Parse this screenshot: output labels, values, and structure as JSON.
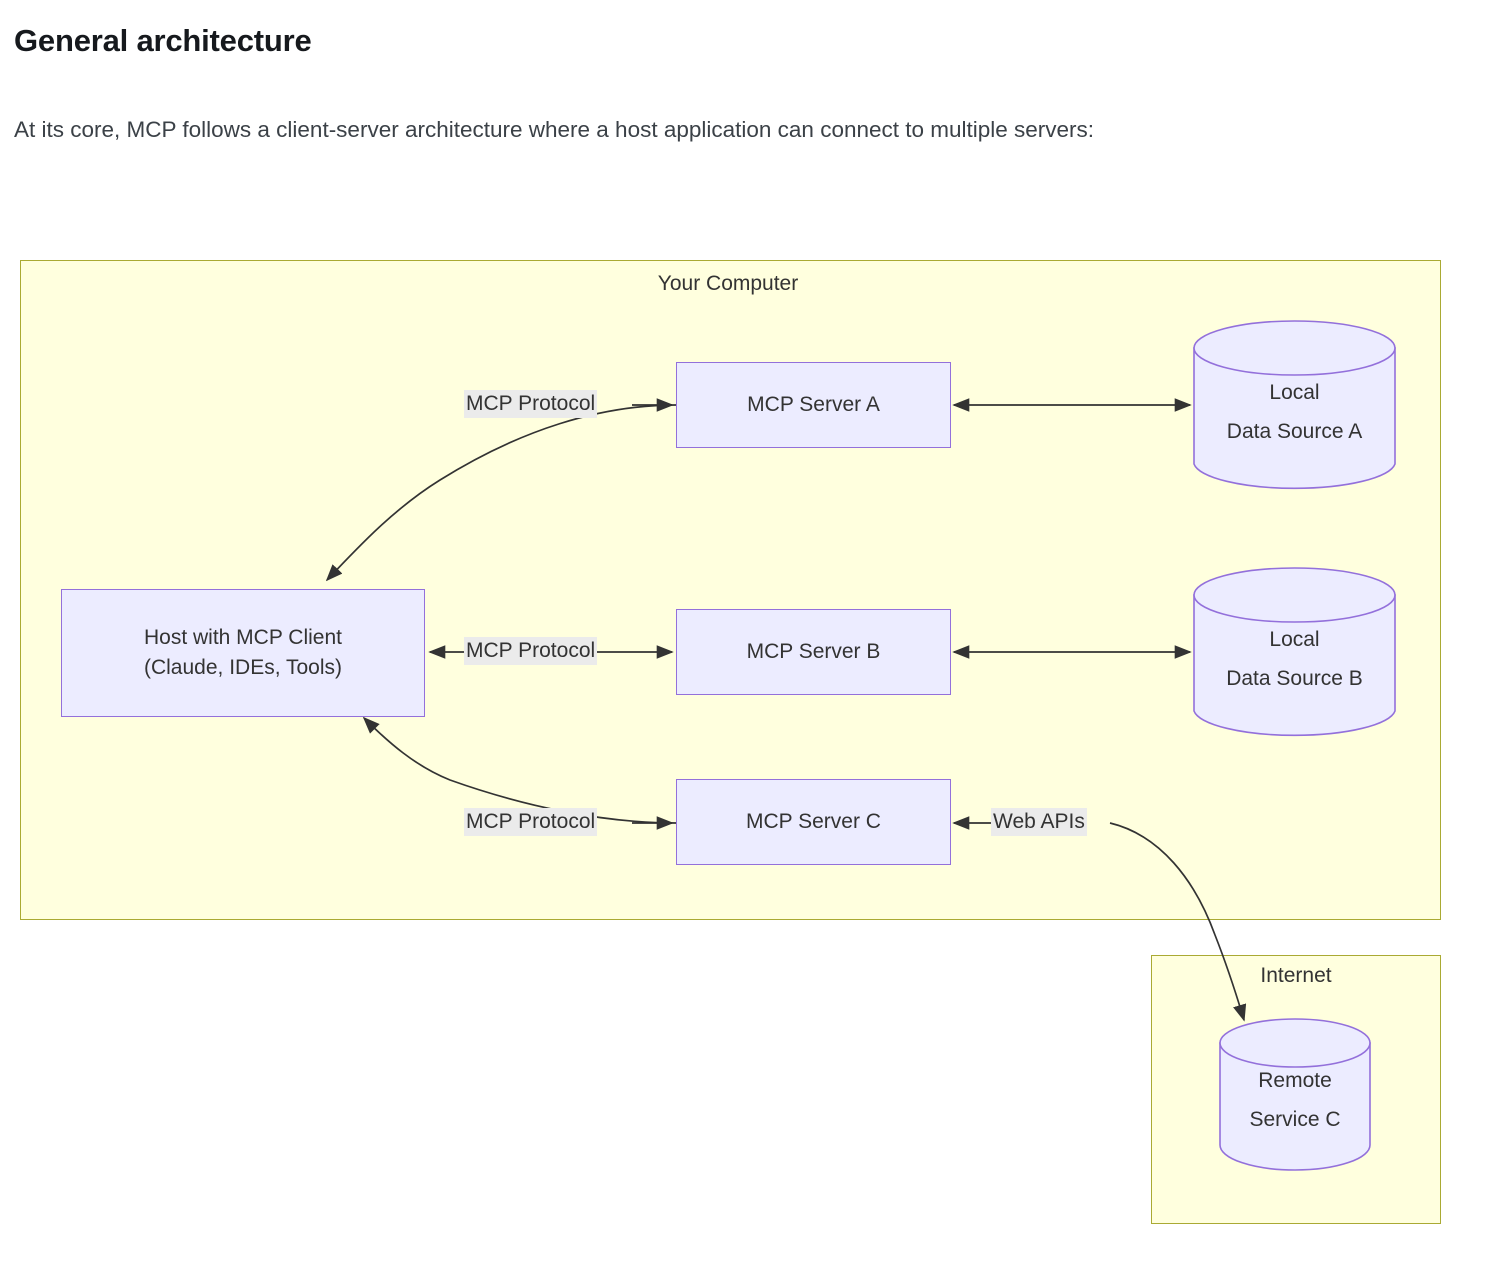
{
  "page": {
    "title": "General architecture",
    "intro": "At its core, MCP follows a client-server architecture where a host application can connect to multiple servers:"
  },
  "colors": {
    "cluster_fill": "#ffffde",
    "cluster_stroke": "#aaaa33",
    "node_fill": "#ececff",
    "node_stroke": "#9370db",
    "edge_stroke": "#333333",
    "label_bg": "#ebebeb",
    "text": "#333333",
    "heading": "#16191d"
  },
  "diagram": {
    "clusters": [
      {
        "name": "your-computer",
        "label": "Your Computer"
      },
      {
        "name": "internet",
        "label": "Internet"
      }
    ],
    "nodes": [
      {
        "name": "host-client",
        "shape": "rect",
        "lines": [
          "Host with MCP Client",
          "(Claude, IDEs, Tools)"
        ]
      },
      {
        "name": "mcp-server-a",
        "shape": "rect",
        "lines": [
          "MCP Server A"
        ]
      },
      {
        "name": "mcp-server-b",
        "shape": "rect",
        "lines": [
          "MCP Server B"
        ]
      },
      {
        "name": "mcp-server-c",
        "shape": "rect",
        "lines": [
          "MCP Server C"
        ]
      },
      {
        "name": "local-data-source-a",
        "shape": "cylinder",
        "lines": [
          "Local",
          "Data Source A"
        ]
      },
      {
        "name": "local-data-source-b",
        "shape": "cylinder",
        "lines": [
          "Local",
          "Data Source B"
        ]
      },
      {
        "name": "remote-service-c",
        "shape": "cylinder",
        "lines": [
          "Remote",
          "Service C"
        ]
      }
    ],
    "edges": [
      {
        "name": "edge-host-server-a",
        "label": "MCP Protocol",
        "from": "host-client",
        "to": "mcp-server-a",
        "arrows": "both"
      },
      {
        "name": "edge-host-server-b",
        "label": "MCP Protocol",
        "from": "host-client",
        "to": "mcp-server-b",
        "arrows": "both"
      },
      {
        "name": "edge-host-server-c",
        "label": "MCP Protocol",
        "from": "host-client",
        "to": "mcp-server-c",
        "arrows": "both"
      },
      {
        "name": "edge-server-a-data-a",
        "label": "",
        "from": "mcp-server-a",
        "to": "local-data-source-a",
        "arrows": "both"
      },
      {
        "name": "edge-server-b-data-b",
        "label": "",
        "from": "mcp-server-b",
        "to": "local-data-source-b",
        "arrows": "both"
      },
      {
        "name": "edge-server-c-remote-c",
        "label": "Web APIs",
        "from": "mcp-server-c",
        "to": "remote-service-c",
        "arrows": "both"
      }
    ],
    "node_text": {
      "host_line1": "Host with MCP Client",
      "host_line2": "(Claude, IDEs, Tools)",
      "server_a": "MCP Server A",
      "server_b": "MCP Server B",
      "server_c": "MCP Server C",
      "data_a_line1": "Local",
      "data_a_line2": "Data Source A",
      "data_b_line1": "Local",
      "data_b_line2": "Data Source B",
      "remote_c_line1": "Remote",
      "remote_c_line2": "Service C"
    },
    "edge_text": {
      "protocol_a": "MCP Protocol",
      "protocol_b": "MCP Protocol",
      "protocol_c": "MCP Protocol",
      "web_apis": "Web APIs"
    },
    "cluster_text": {
      "your_computer": "Your Computer",
      "internet": "Internet"
    }
  }
}
